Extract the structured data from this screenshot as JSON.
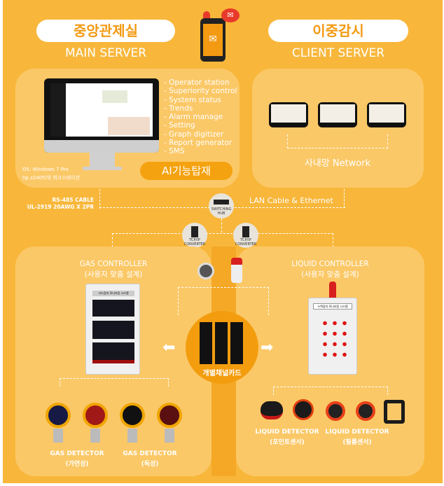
{
  "main_server": {
    "title_kr": "중앙관제실",
    "title_en": "MAIN SERVER",
    "features": [
      "- Operator station",
      "- Superiority control",
      "- System status",
      "- Trends",
      "- Alarm manage",
      "- Setting",
      "- Graph digitizer",
      "- Report generator",
      "- SMS"
    ],
    "ai_badge": "AI기능탑재",
    "os": "OS: Windows 7 Pro",
    "workstation": "hp z240타워 워크스테이션"
  },
  "client_server": {
    "title_kr": "이중감시",
    "title_en": "CLIENT SERVER",
    "network": "사내망 Network"
  },
  "cables": {
    "rs485": "RS-485 CABLE",
    "ul": "UL-2919 20AWG X 2PR",
    "lan": "LAN Cable & Ethernet"
  },
  "hub": {
    "label": "SWITCHING HUB"
  },
  "converters": [
    "TCP/IP CONVERTER",
    "TCP/IP CONVERTER"
  ],
  "gas": {
    "title": "GAS CONTROLLER",
    "subtitle": "(사용자 맞춤 설계)",
    "panel_title": "가스감지 모니터링 시스템",
    "detectors": [
      {
        "name": "GAS DETECTOR",
        "type": "(가연성)"
      },
      {
        "name": "GAS DETECTOR",
        "type": "(독성)"
      }
    ]
  },
  "liquid": {
    "title": "LIQUID CONTROLLER",
    "subtitle": "(사용자 맞춤 설계)",
    "panel_title": "누액감지 모니터링 시스템",
    "detectors": [
      {
        "name": "LIQUID DETECTOR",
        "type": "(포인트센서)"
      },
      {
        "name": "LIQUID DETECTOR",
        "type": "(필름센서)"
      }
    ]
  },
  "channel_card": "개별채널카드",
  "colors": {
    "background": "#f8b73b",
    "panel": "#fbc867",
    "accent": "#f39a12"
  }
}
